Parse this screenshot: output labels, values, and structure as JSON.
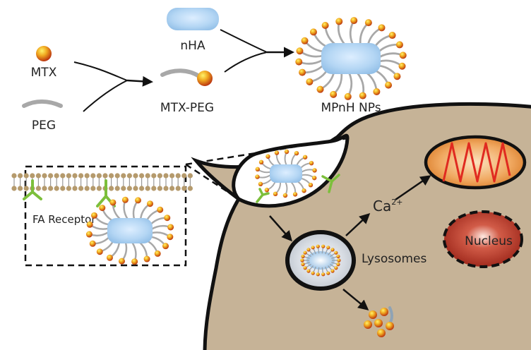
{
  "labels": {
    "mtx": "MTX",
    "peg": "PEG",
    "nha": "nHA",
    "mtx_peg": "MTX-PEG",
    "mpnh": "MPnH NPs",
    "fa_receptor": "FA Receptor",
    "ca": "Ca",
    "ca_charge": "2+",
    "lysosomes": "Lysosomes",
    "nucleus": "Nucleus"
  },
  "colors": {
    "cell_fill": "#c6b397",
    "membrane": "#111111",
    "nha_blue": "#a9cdef",
    "particle_orange": "#e8a020",
    "peg_grey": "#a8a8a8",
    "receptor_green": "#7cbf3b",
    "nucleus_red": "#b83a2c",
    "mito_orange": "#e48a35",
    "mito_wave": "#e02a20"
  }
}
